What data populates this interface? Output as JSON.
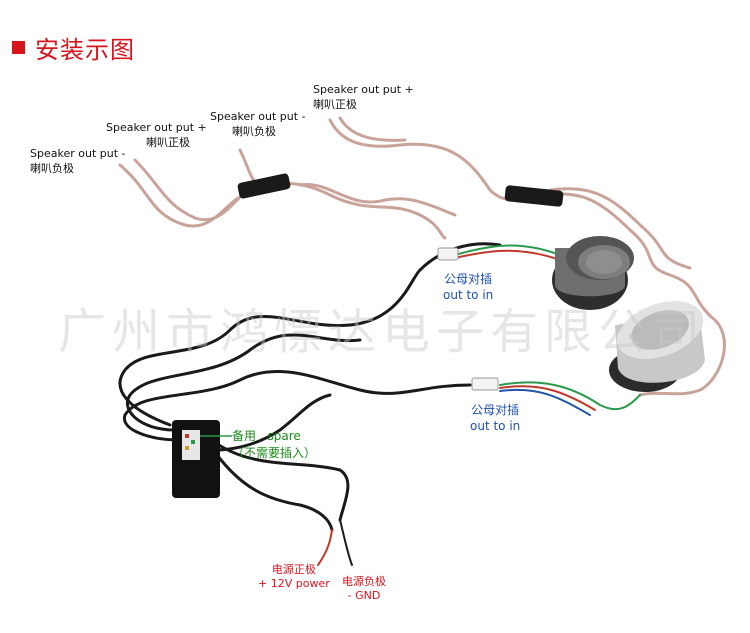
{
  "title": "安装示图",
  "watermark": "广州市鸿慓达电子有限公司",
  "speaker_labels": [
    {
      "en": "Speaker out put -",
      "cn": "喇叭负极"
    },
    {
      "en": "Speaker out put +",
      "cn": "喇叭正极"
    },
    {
      "en": "Speaker out put -",
      "cn": "喇叭负极"
    },
    {
      "en": "Speaker out put +",
      "cn": "喇叭正极"
    }
  ],
  "connectors": [
    {
      "cn": "公母对插",
      "en": "out to in"
    },
    {
      "cn": "公母对插",
      "en": "out to in"
    }
  ],
  "spare": {
    "cn": "备用",
    "en": "spare",
    "note": "（不需要插入）"
  },
  "power": [
    {
      "cn": "电源正极",
      "en": "+ 12V power"
    },
    {
      "cn": "电源负极",
      "en": "- GND"
    }
  ],
  "colors": {
    "accent": "#d8141c",
    "blue_label": "#1f4fb0",
    "green_label": "#1a8a1a",
    "wire_copper": "#c9a39a",
    "cable_black": "#1a1a1a"
  }
}
